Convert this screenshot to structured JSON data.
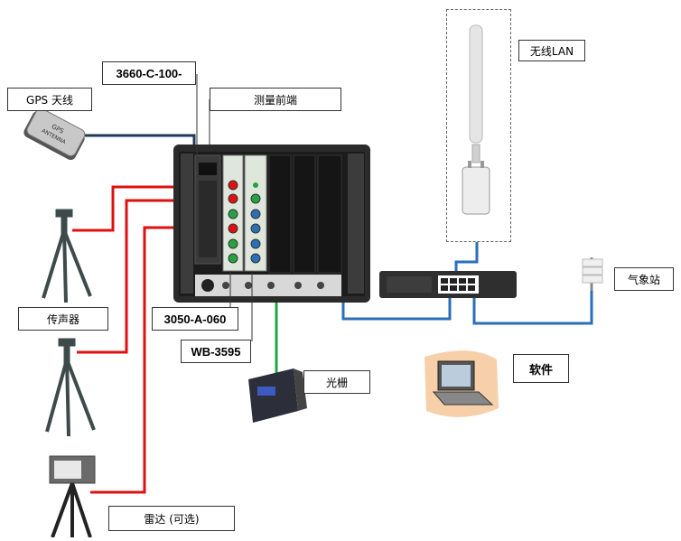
{
  "labels": {
    "gps_antenna": "GPS 天线",
    "model_3660": "3660-C-100-",
    "front_end": "测量前端",
    "wireless_lan": "无线LAN",
    "weather_station": "气象站",
    "microphone": "传声器",
    "model_3050": "3050-A-060",
    "model_wb": "WB-3595",
    "light_barrier": "光栅",
    "software": "软件",
    "radar": "雷达 (可选)"
  },
  "gps_device": {
    "print_line1": "GPS",
    "print_line2": "ANTENNA"
  },
  "colors": {
    "sensor_cable": "#e01010",
    "network_cable": "#2a6fb8",
    "gps_cable": "#1d3a57",
    "light_barrier_cable": "#27a243",
    "chassis": "#2b2b2b",
    "software_backdrop": "#f7cfa8"
  }
}
